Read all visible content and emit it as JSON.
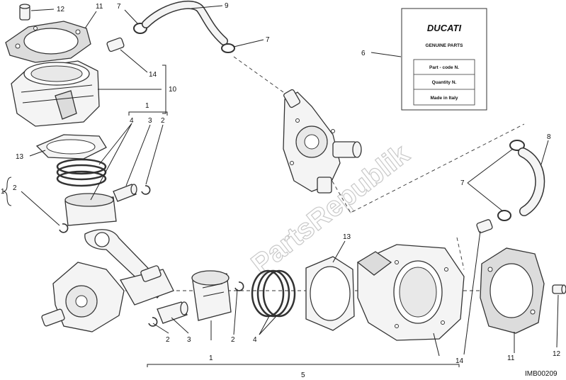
{
  "watermark": "PartsRepublik",
  "genuine_parts_card": {
    "brand": "DUCATI",
    "subtitle": "GENUINE PARTS",
    "rows": [
      "Part - code N.",
      "Quantity N.",
      "Made in Italy"
    ]
  },
  "callouts": {
    "c1a": "1",
    "c1b": "1",
    "c1c": "1",
    "c2a": "2",
    "c2b": "2",
    "c2c": "2",
    "c2d": "2",
    "c3a": "3",
    "c3b": "3",
    "c4a": "4",
    "c4b": "4",
    "c5": "5",
    "c6": "6",
    "c7a": "7",
    "c7b": "7",
    "c7c": "7",
    "c8": "8",
    "c9": "9",
    "c10": "10",
    "c11a": "11",
    "c11b": "11",
    "c12a": "12",
    "c12b": "12",
    "c13a": "13",
    "c13b": "13",
    "c14a": "14",
    "c14b": "14"
  },
  "image_code": "IMB00209"
}
